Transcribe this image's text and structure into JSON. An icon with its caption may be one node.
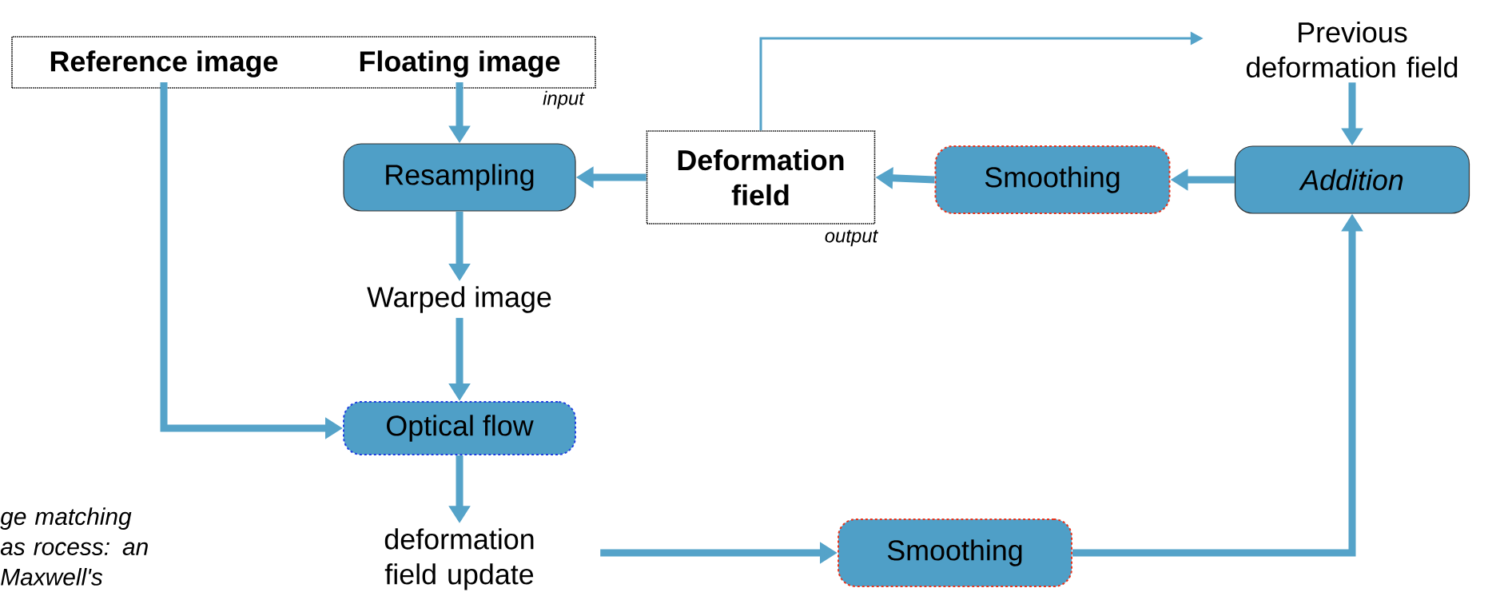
{
  "diagram": {
    "nodes": [
      {
        "text": [],
        "shape": "box",
        "beside": [
          "input"
        ]
      },
      {
        "text": [
          "Reference image"
        ],
        "in": 0
      },
      {
        "text": [
          "Floating image"
        ],
        "in": 0
      },
      {
        "text": [
          "Resampling"
        ]
      },
      {
        "text": [
          "Deformation field"
        ],
        "beside": [
          "output"
        ]
      },
      {
        "text": [
          "Smoothing"
        ]
      },
      {
        "text": [
          "Addition"
        ]
      },
      {
        "text": [
          "Previous deformation field"
        ]
      },
      {
        "text": [
          "Warped image"
        ]
      },
      {
        "text": [
          "Optical flow"
        ]
      },
      {
        "text": [
          "deformation field update"
        ]
      },
      {
        "text": [
          "Smoothing"
        ]
      }
    ],
    "edges": [
      {
        "from": 2,
        "to": 3,
        "arrow": "to"
      },
      {
        "from": 4,
        "to": 3,
        "arrow": "to"
      },
      {
        "from": 5,
        "to": 4,
        "arrow": "to"
      },
      {
        "from": 6,
        "to": 5,
        "arrow": "to"
      },
      {
        "from": 7,
        "to": 6,
        "arrow": "to"
      },
      {
        "from": 4,
        "to": 7,
        "arrow": "to"
      },
      {
        "from": 3,
        "to": 8,
        "arrow": "to"
      },
      {
        "from": 8,
        "to": 9,
        "arrow": "to"
      },
      {
        "from": 1,
        "to": 9,
        "arrow": "to"
      },
      {
        "from": 9,
        "to": 10,
        "arrow": "to"
      },
      {
        "from": 10,
        "to": 11,
        "arrow": "to"
      },
      {
        "from": 11,
        "to": 6,
        "arrow": "to"
      }
    ],
    "labels": [
      "ge matching as rocess: an Maxwell's"
    ]
  }
}
